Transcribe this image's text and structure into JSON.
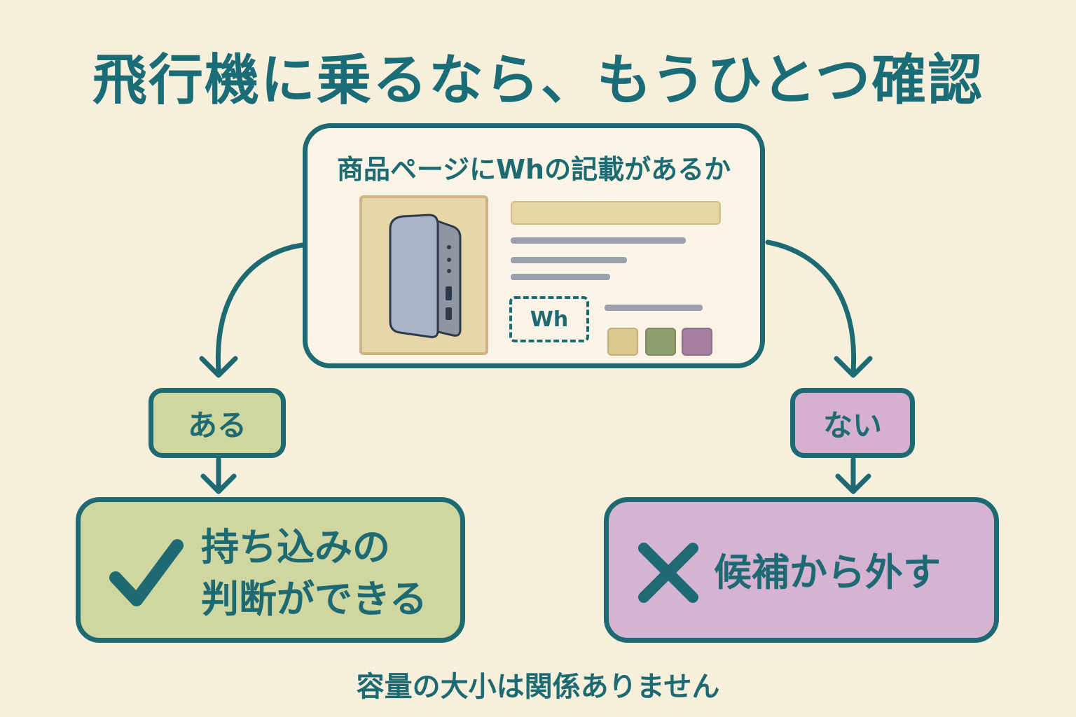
{
  "title": "飛行機に乗るなら、もうひとつ確認",
  "card": {
    "question": "商品ページにWhの記載があるか",
    "wh_label": "Wh",
    "swatch_colors": [
      "#dcc88f",
      "#8e9e6c",
      "#a37e9e"
    ]
  },
  "branches": {
    "yes": {
      "label": "ある",
      "result_line1": "持ち込みの",
      "result_line2": "判断ができる",
      "icon": "check-icon"
    },
    "no": {
      "label": "ない",
      "result": "候補から外す",
      "icon": "cross-icon"
    }
  },
  "footnote": "容量の大小は関係ありません",
  "colors": {
    "ink": "#1d6a73",
    "background": "#f6efdc",
    "yes_fill": "#cfd69e",
    "no_fill": "#d5b1cf"
  }
}
